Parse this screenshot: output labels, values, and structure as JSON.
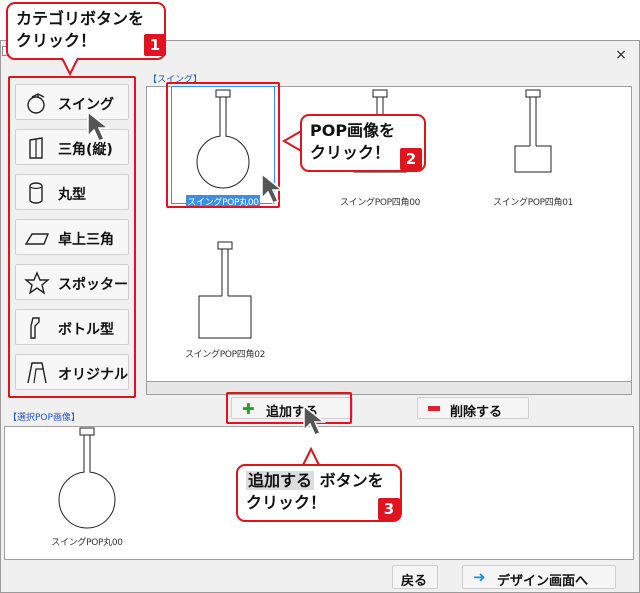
{
  "window": {
    "close_glyph": "×"
  },
  "categories": [
    {
      "label": "スイング",
      "icon": "swing-icon"
    },
    {
      "label": "三角(縦)",
      "icon": "triangle-vertical-icon"
    },
    {
      "label": "丸型",
      "icon": "round-icon"
    },
    {
      "label": "卓上三角",
      "icon": "tabletop-triangle-icon"
    },
    {
      "label": "スポッター",
      "icon": "spotter-icon"
    },
    {
      "label": "ボトル型",
      "icon": "bottle-icon"
    },
    {
      "label": "オリジナル",
      "icon": "original-icon"
    }
  ],
  "pop_list": {
    "section_label": "【スイング】",
    "items": [
      {
        "caption": "スイングPOP丸00",
        "selected": true
      },
      {
        "caption": "スイングPOP四角00",
        "selected": false
      },
      {
        "caption": "スイングPOP四角01",
        "selected": false
      },
      {
        "caption": "スイングPOP四角02",
        "selected": false
      }
    ]
  },
  "actions": {
    "add_label": "追加する",
    "delete_label": "削除する"
  },
  "selected_pop": {
    "section_label": "【選択POP画像】",
    "caption": "スイングPOP丸00"
  },
  "bottom": {
    "back_label": "戻る",
    "next_label": "デザイン画面へ"
  },
  "annotations": {
    "step1": {
      "line1": "カテゴリボタンを",
      "line2": "クリック！",
      "badge": "1"
    },
    "step2": {
      "line1": "POP画像を",
      "line2": "クリック！",
      "badge": "2"
    },
    "step3": {
      "highlight": "追加する",
      "line1_rest": " ボタンを",
      "line2": "クリック！",
      "badge": "3"
    }
  },
  "colors": {
    "accent_red": "#e0141e",
    "selection_blue": "#3a8ee6",
    "add_green": "#2e9b2e",
    "delete_red": "#d9232e",
    "arrow_blue": "#1e8fe0"
  }
}
